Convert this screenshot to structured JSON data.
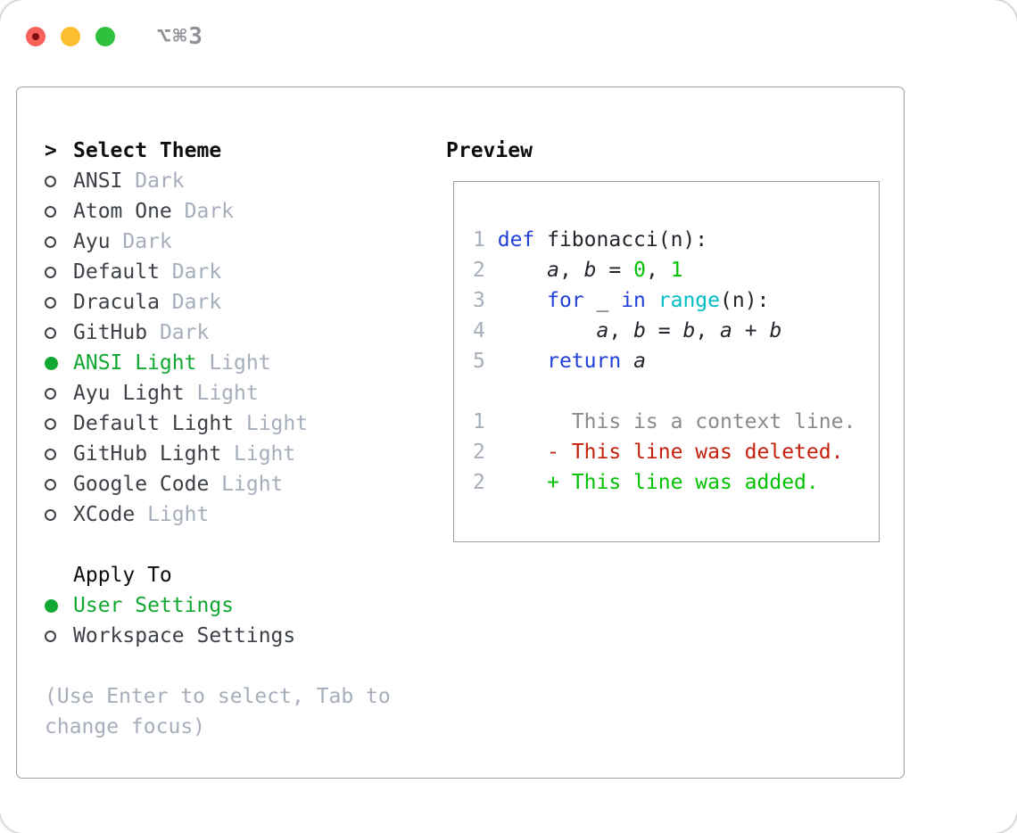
{
  "window": {
    "title": "⌥⌘3",
    "traffic_lights": [
      "close",
      "minimize",
      "zoom"
    ]
  },
  "theme_panel": {
    "prompt": ">",
    "header": "Select Theme",
    "items": [
      {
        "name": "ANSI",
        "tag": "Dark",
        "selected": false
      },
      {
        "name": "Atom One",
        "tag": "Dark",
        "selected": false
      },
      {
        "name": "Ayu",
        "tag": "Dark",
        "selected": false
      },
      {
        "name": "Default",
        "tag": "Dark",
        "selected": false
      },
      {
        "name": "Dracula",
        "tag": "Dark",
        "selected": false
      },
      {
        "name": "GitHub",
        "tag": "Dark",
        "selected": false
      },
      {
        "name": "ANSI Light",
        "tag": "Light",
        "selected": true
      },
      {
        "name": "Ayu Light",
        "tag": "Light",
        "selected": false
      },
      {
        "name": "Default Light",
        "tag": "Light",
        "selected": false
      },
      {
        "name": "GitHub Light",
        "tag": "Light",
        "selected": false
      },
      {
        "name": "Google Code",
        "tag": "Light",
        "selected": false
      },
      {
        "name": "XCode",
        "tag": "Light",
        "selected": false
      }
    ]
  },
  "apply_panel": {
    "header": "Apply To",
    "options": [
      {
        "label": "User Settings",
        "selected": true
      },
      {
        "label": "Workspace Settings",
        "selected": false
      }
    ]
  },
  "help_text": "(Use Enter to select, Tab to\nchange focus)",
  "preview": {
    "header": "Preview",
    "code_lines": [
      {
        "num": "1",
        "tokens": [
          {
            "t": "def ",
            "s": "kw"
          },
          {
            "t": "fibonacci(n):",
            "s": "fg"
          }
        ]
      },
      {
        "num": "2",
        "tokens": [
          {
            "t": "    ",
            "s": "fg"
          },
          {
            "t": "a",
            "s": "var"
          },
          {
            "t": ", ",
            "s": "fg"
          },
          {
            "t": "b",
            "s": "var"
          },
          {
            "t": " = ",
            "s": "fg"
          },
          {
            "t": "0",
            "s": "num"
          },
          {
            "t": ", ",
            "s": "fg"
          },
          {
            "t": "1",
            "s": "num"
          }
        ]
      },
      {
        "num": "3",
        "tokens": [
          {
            "t": "    ",
            "s": "fg"
          },
          {
            "t": "for",
            "s": "kw"
          },
          {
            "t": " _ ",
            "s": "fg"
          },
          {
            "t": "in",
            "s": "kw"
          },
          {
            "t": " ",
            "s": "fg"
          },
          {
            "t": "range",
            "s": "fn"
          },
          {
            "t": "(n):",
            "s": "fg"
          }
        ]
      },
      {
        "num": "4",
        "tokens": [
          {
            "t": "        ",
            "s": "fg"
          },
          {
            "t": "a",
            "s": "var"
          },
          {
            "t": ", ",
            "s": "fg"
          },
          {
            "t": "b",
            "s": "var"
          },
          {
            "t": " = ",
            "s": "fg"
          },
          {
            "t": "b",
            "s": "var"
          },
          {
            "t": ", ",
            "s": "fg"
          },
          {
            "t": "a",
            "s": "var"
          },
          {
            "t": " + ",
            "s": "fg"
          },
          {
            "t": "b",
            "s": "var"
          }
        ]
      },
      {
        "num": "5",
        "tokens": [
          {
            "t": "    ",
            "s": "fg"
          },
          {
            "t": "return",
            "s": "kw"
          },
          {
            "t": " ",
            "s": "fg"
          },
          {
            "t": "a",
            "s": "var"
          }
        ]
      }
    ],
    "diff_lines": [
      {
        "num": "1",
        "body": "      This is a context line.",
        "kind": "context"
      },
      {
        "num": "2",
        "body": "    - This line was deleted.",
        "kind": "deleted"
      },
      {
        "num": "2",
        "body": "    + This line was added.",
        "kind": "added"
      }
    ]
  },
  "colors": {
    "accent_green": "#11a832",
    "text": "#22252b",
    "name_text": "#3c4047",
    "tag_text": "#a5aeba",
    "line_number": "#a5aeba",
    "keyword": "#2140d9",
    "function_cyan": "#00bdc6",
    "number_literal": "#00c200",
    "diff_added": "#00c200",
    "diff_deleted": "#c5200c",
    "diff_context": "#8a8a8a",
    "border": "#98a0ab",
    "help_text_color": "#a5aeba",
    "header_text": "#0d0d0d",
    "window_title": "#8e9095",
    "traffic_red": "#f6615a",
    "traffic_yellow": "#fcbd2f",
    "traffic_green": "#2ec13e"
  }
}
